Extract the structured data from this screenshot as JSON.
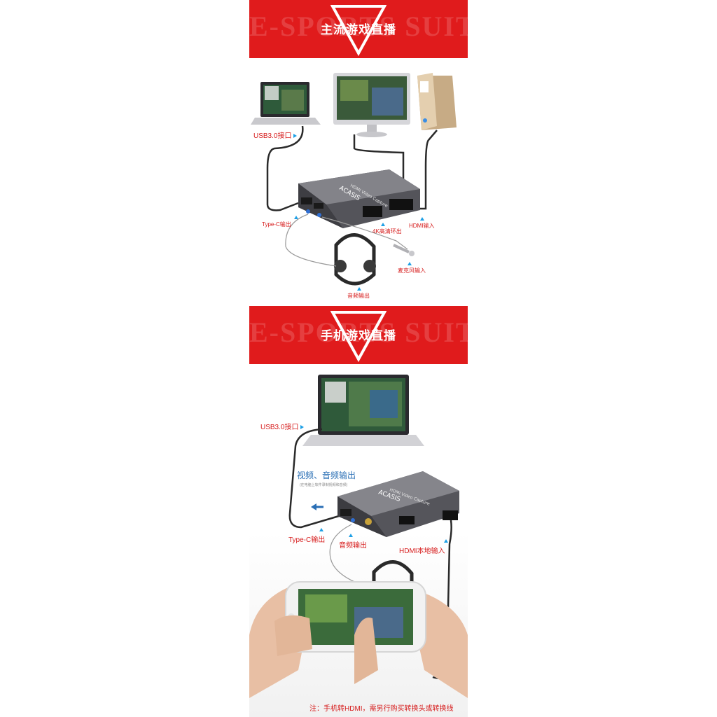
{
  "watermark": "E-SPORTS SUITS",
  "panel1": {
    "title": "主流游戏直播",
    "device_brand": "ACASIS",
    "device_model": "HDMI Video Capture",
    "labels": {
      "usb": "USB3.0接口",
      "typec": "Type-C输出",
      "loop": "4K高清环出",
      "hdmi_in": "HDMI输入",
      "mic": "麦克风输入",
      "audio": "音频输出"
    }
  },
  "panel2": {
    "title": "手机游戏直播",
    "device_brand": "ACASIS",
    "device_model": "HDMI Video Capture",
    "labels": {
      "usb": "USB3.0接口",
      "av_out": "视频、音频输出",
      "av_out_sub": "(在电脑上软件录制视频和音频)",
      "typec": "Type-C输出",
      "audio": "音频输出",
      "hdmi_local": "HDMI本地输入"
    },
    "note": "注：手机转HDMI，需另行购买转换头或转换线"
  },
  "colors": {
    "banner_red": "#e01b1c",
    "label_red": "#d61a1a",
    "pointer_blue": "#1ea0e6",
    "device_grey": "#6e6e72"
  }
}
